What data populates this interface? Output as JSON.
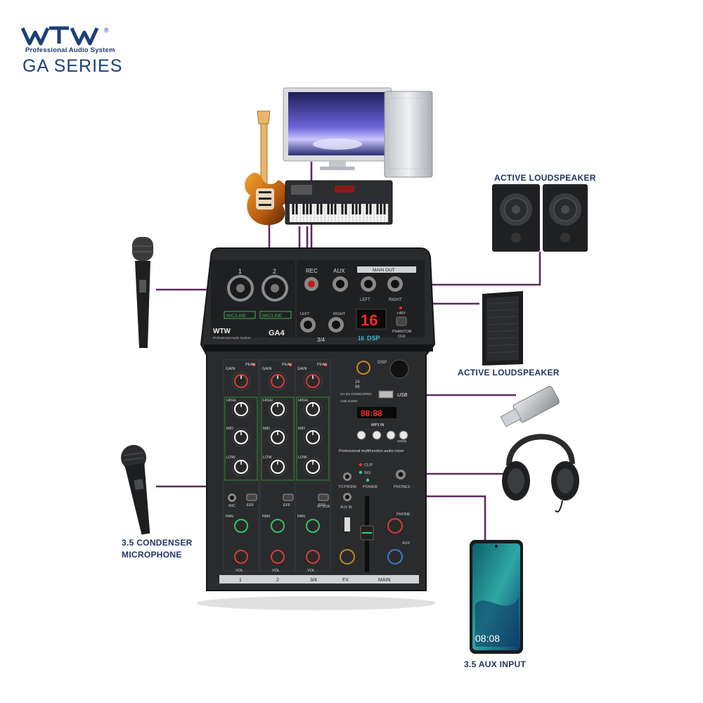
{
  "brand": {
    "logo_text": "WTW",
    "registered_mark": "®",
    "tagline": "Professional Audio System",
    "series": "GA SERIES"
  },
  "labels": {
    "active_loudspeaker_top": "ACTIVE LOUDSPEAKER",
    "active_loudspeaker_mid": "ACTIVE LOUDSPEAKER",
    "condenser_mic_line1": "3.5 CONDENSER",
    "condenser_mic_line2": "MICROPHONE",
    "aux_input": "3.5 AUX INPUT"
  },
  "mixer": {
    "model": "GA4",
    "brand": "WTW",
    "brand_sub": "Professional Audio System",
    "ch1": "1",
    "ch2": "2",
    "mic_line_1": "MIC/LINE",
    "mic_line_2": "MIC/LINE",
    "rec": "REC",
    "aux": "AUX",
    "main_out": "MAIN OUT",
    "left": "LEFT",
    "right": "RIGHT",
    "ch34_left": "LEFT",
    "ch34_right": "RIGHT",
    "ch34": "3/4",
    "dsp_number": "16",
    "dsp_label": "DSP",
    "dsp_bits": "16",
    "phantom": "PHANTOM",
    "phantom_ch": "CH1",
    "plus48v": "+48V",
    "gain": "GAIN",
    "peak": "PEAK",
    "high": "HIGH",
    "mid": "MID",
    "low": "LOW",
    "pan": "PAN",
    "vol": "VOL",
    "eff": "EFF",
    "mic": "MIC",
    "fx": "FX",
    "main": "MAIN",
    "usb": "USB",
    "clip": "CLIP",
    "sig": "SIG",
    "power": "POWER",
    "to_phone": "TO PHONE",
    "aux_in": "AUX IN",
    "phones": "PHONES",
    "phone": "PHONE",
    "aux_knob": "AUX",
    "usb_display": "88:88",
    "mp3_in": "MP3 IN",
    "mode": "MODE",
    "prof_text": "Professional multifunction audio mixer",
    "bit_depth": "24",
    "sample": "96",
    "ch34_stereo": "CH 3/4 STEREO/PRO",
    "usb_audio": "USB AUDIO",
    "st_usb": "ST USB",
    "strip_1": "1",
    "strip_2": "2",
    "strip_34": "3/4",
    "strip_fx": "FX",
    "strip_main": "MAIN"
  },
  "phone": {
    "time": "08:08"
  },
  "colors": {
    "cable": "#5b2a5e",
    "brand_blue": "#1b3f7a",
    "mixer_body": "#232425",
    "panel_green": "#4caf50",
    "led_red": "#ff2a2a"
  },
  "icons": [
    "guitar-icon",
    "computer-icon",
    "keyboard-icon",
    "microphone-icon",
    "loudspeaker-icon",
    "usb-drive-icon",
    "headphones-icon",
    "smartphone-icon",
    "condenser-mic-icon"
  ]
}
